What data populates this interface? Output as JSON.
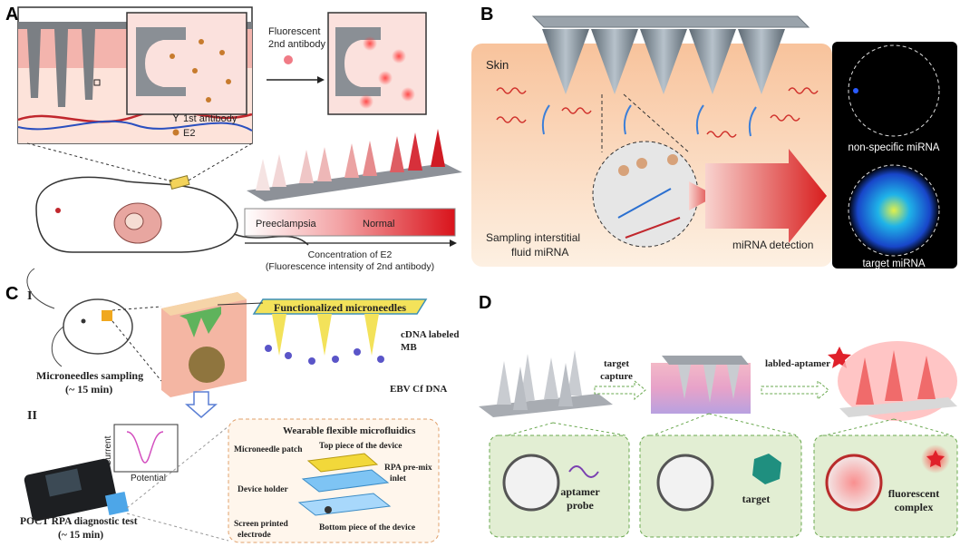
{
  "panels": {
    "A": {
      "label": "A",
      "fluor_line1": "Fluorescent",
      "fluor_line2": "2nd antibody",
      "legend_antibody": "1st antibody",
      "legend_e2": "E2",
      "bar_left": "Preeclampsia",
      "bar_right": "Normal",
      "axis_line1": "Concentration of E2",
      "axis_line2": "(Fluorescence intensity of 2nd antibody)"
    },
    "B": {
      "label": "B",
      "skin": "Skin",
      "sampling_line1": "Sampling interstitial",
      "sampling_line2": "fluid miRNA",
      "detection": "miRNA detection",
      "nonspecific": "non-specific miRNA",
      "target": "target miRNA"
    },
    "C": {
      "label": "C",
      "step1": "I",
      "step2": "II",
      "functionalized": "Functionalized microneedles",
      "sampling_line1": "Microneedles sampling",
      "sampling_line2": "(~ 15 min)",
      "cdna_line1": "cDNA labeled",
      "cdna_line2": "MB",
      "ebv": "EBV Cf DNA",
      "current": "Current",
      "potential": "Potential",
      "poct_line1": "POCT RPA diagnostic test",
      "poct_line2": "(~ 15 min)",
      "wearable": "Wearable flexible microfluidics",
      "patch": "Microneedle patch",
      "top_piece": "Top piece of the device",
      "rpa_line1": "RPA pre-mix",
      "rpa_line2": "inlet",
      "holder": "Device holder",
      "screen_line1": "Screen printed",
      "screen_line2": "electrode",
      "bottom_piece": "Bottom piece of the device"
    },
    "D": {
      "label": "D",
      "capture_line1": "target",
      "capture_line2": "capture",
      "labled": "labled-aptamer",
      "aptamer_line1": "aptamer",
      "aptamer_line2": "probe",
      "target": "target",
      "fluor_line1": "fluorescent",
      "fluor_line2": "complex"
    }
  },
  "colors": {
    "needle": "#6f7a84",
    "skin": "#f6c9a8",
    "red": "#d9262c",
    "blue": "#2f6fd8",
    "green_box": "#e2eed3",
    "green_border": "#6aa84f"
  }
}
